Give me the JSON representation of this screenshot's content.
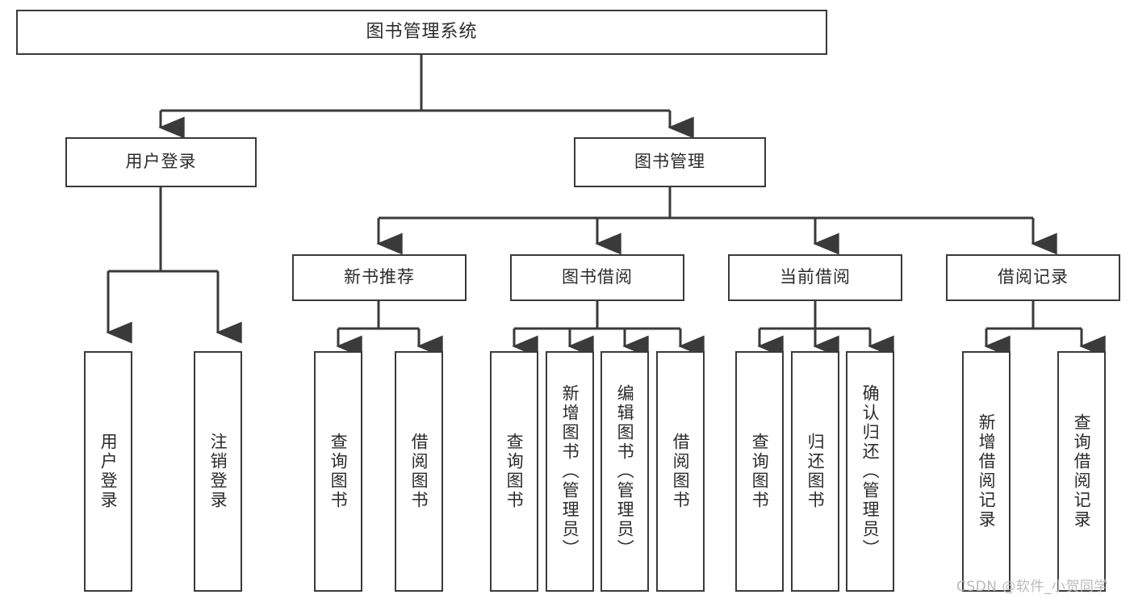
{
  "diagram": {
    "title": "图书管理系统",
    "type": "tree-hierarchy",
    "watermark": "CSDN @软件_小贺同学",
    "colors": {
      "border": "#3a3a3a",
      "background": "#ffffff",
      "text": "#2b2b2b",
      "connector": "#3a3a3a",
      "watermark": "#b9b9b9"
    },
    "levels": {
      "root": "图书管理系统",
      "level2": [
        "用户登录",
        "图书管理"
      ],
      "level3": [
        "新书推荐",
        "图书借阅",
        "当前借阅",
        "借阅记录"
      ]
    },
    "nodes": {
      "root": {
        "label": "图书管理系统"
      },
      "user_login": {
        "label": "用户登录"
      },
      "book_mgmt": {
        "label": "图书管理"
      },
      "new_book_rec": {
        "label": "新书推荐"
      },
      "book_borrow": {
        "label": "图书借阅"
      },
      "current_borrow": {
        "label": "当前借阅"
      },
      "borrow_record": {
        "label": "借阅记录"
      },
      "leaf_user_login": {
        "label": "用户登录"
      },
      "leaf_logout_login": {
        "label": "注销登录"
      },
      "leaf_query_book_1": {
        "label": "查询图书"
      },
      "leaf_borrow_book_1": {
        "label": "借阅图书"
      },
      "leaf_query_book_2": {
        "label": "查询图书"
      },
      "leaf_add_book": {
        "label": "新增图书（管理员）"
      },
      "leaf_edit_book": {
        "label": "编辑图书（管理员）"
      },
      "leaf_borrow_book_2": {
        "label": "借阅图书"
      },
      "leaf_query_book_3": {
        "label": "查询图书"
      },
      "leaf_return_book": {
        "label": "归还图书"
      },
      "leaf_confirm_return": {
        "label": "确认归还（管理员）"
      },
      "leaf_add_record": {
        "label": "新增借阅记录"
      },
      "leaf_query_record": {
        "label": "查询借阅记录"
      }
    }
  }
}
